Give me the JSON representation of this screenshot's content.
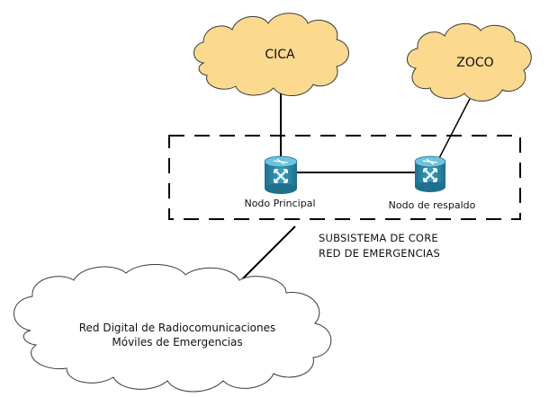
{
  "clouds": {
    "cica": {
      "label": "CICA"
    },
    "zoco": {
      "label": "ZOCO"
    },
    "rdr": {
      "line1": "Red Digital de Radiocomunicaciones",
      "line2": "Móviles de Emergencias"
    }
  },
  "nodes": {
    "principal": {
      "label": "Nodo Principal",
      "icon": "router-icon"
    },
    "respaldo": {
      "label": "Nodo de respaldo",
      "icon": "router-icon"
    }
  },
  "subsystem": {
    "line1": "SUBSISTEMA DE CORE",
    "line2": "RED DE EMERGENCIAS"
  },
  "colors": {
    "cloud_fill": "#fbd98f",
    "cloud_stroke": "#3a3a3a",
    "router_body": "#2a86a6",
    "router_top": "#6fc3dc",
    "line": "#000000",
    "bottom_cloud_fill": "#ffffff"
  }
}
